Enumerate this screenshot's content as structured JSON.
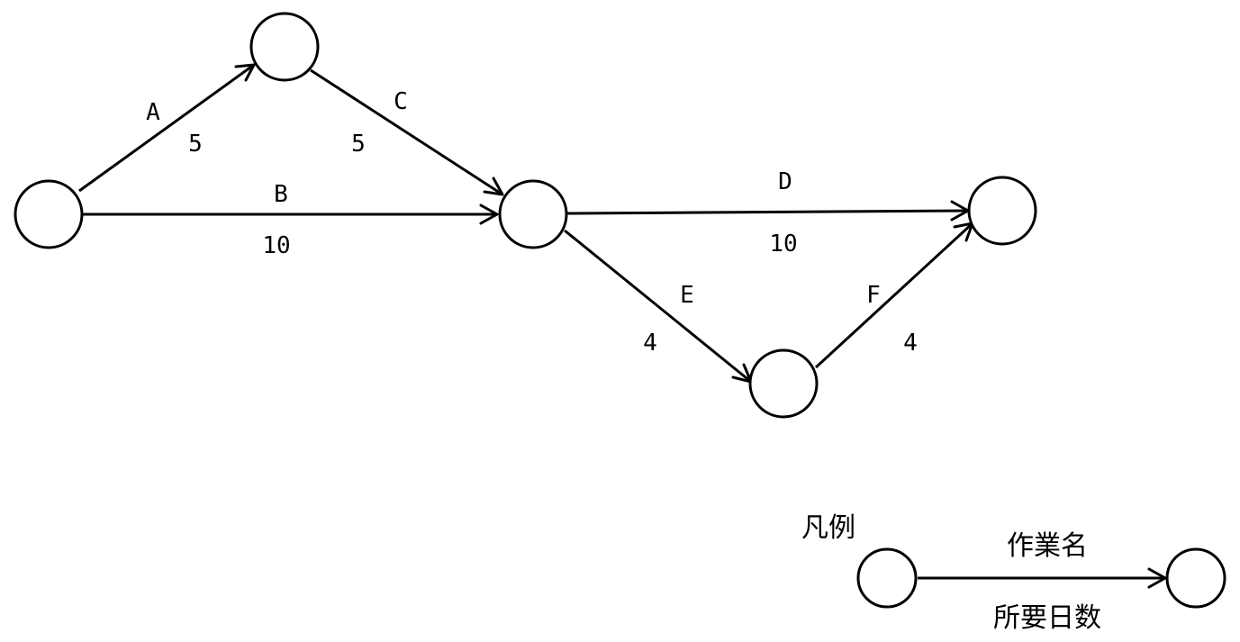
{
  "activities": [
    {
      "name": "A",
      "days": "5"
    },
    {
      "name": "B",
      "days": "10"
    },
    {
      "name": "C",
      "days": "5"
    },
    {
      "name": "D",
      "days": "10"
    },
    {
      "name": "E",
      "days": "4"
    },
    {
      "name": "F",
      "days": "4"
    }
  ],
  "legend": {
    "title": "凡例",
    "activity_name_label": "作業名",
    "duration_label": "所要日数"
  }
}
